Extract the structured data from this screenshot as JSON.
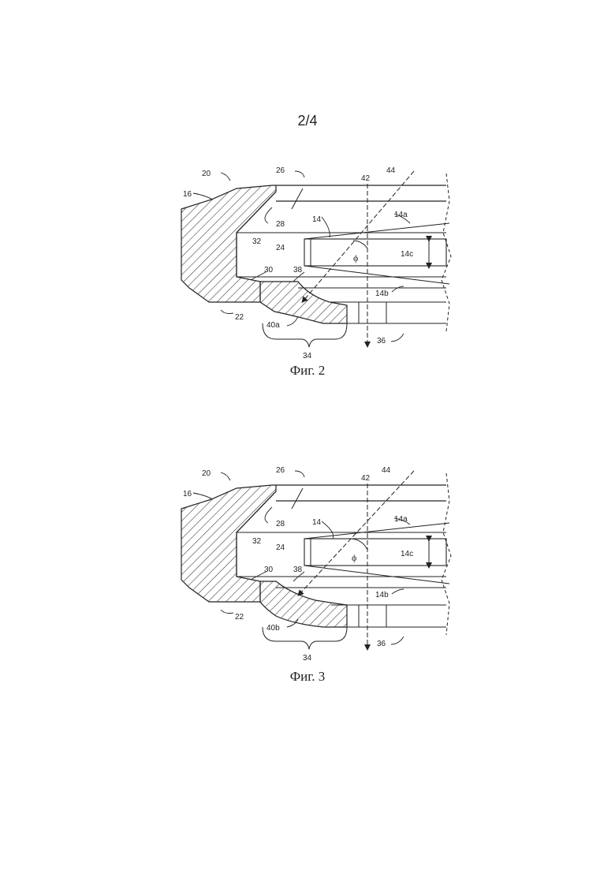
{
  "page": {
    "number": "2/4"
  },
  "figures": [
    {
      "caption": "Фиг. 2",
      "labels": {
        "l20": "20",
        "l16": "16",
        "l26": "26",
        "l42": "42",
        "l44": "44",
        "l28": "28",
        "l14": "14",
        "l14a": "14a",
        "l32": "32",
        "l24": "24",
        "l14c": "14c",
        "l30": "30",
        "l38": "38",
        "l14b": "14b",
        "l22": "22",
        "l40": "40a",
        "l34": "34",
        "l36": "36",
        "phi": "ϕ"
      }
    },
    {
      "caption": "Фиг. 3",
      "labels": {
        "l20": "20",
        "l16": "16",
        "l26": "26",
        "l42": "42",
        "l44": "44",
        "l28": "28",
        "l14": "14",
        "l14a": "14a",
        "l32": "32",
        "l24": "24",
        "l14c": "14c",
        "l30": "30",
        "l38": "38",
        "l14b": "14b",
        "l22": "22",
        "l40": "40b",
        "l34": "34",
        "l36": "36",
        "phi": "ϕ"
      }
    }
  ]
}
